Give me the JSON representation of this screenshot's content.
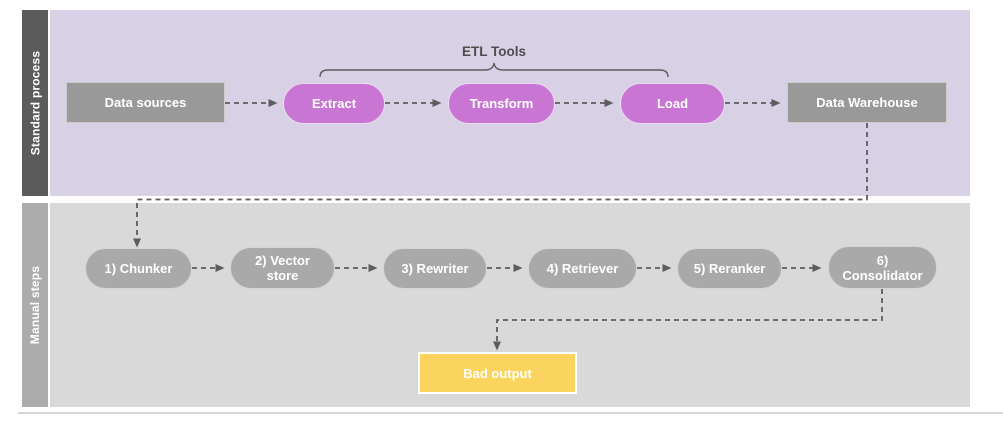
{
  "diagram": {
    "lanes": [
      {
        "title": "Standard process"
      },
      {
        "title": "Manual steps"
      }
    ],
    "brace_label": "ETL Tools",
    "standard_nodes": {
      "data_sources": "Data sources",
      "extract": "Extract",
      "transform": "Transform",
      "load": "Load",
      "data_warehouse": "Data Warehouse"
    },
    "manual_steps": [
      "1) Chunker",
      "2) Vector store",
      "3) Rewriter",
      "4) Retriever",
      "5) Reranker",
      "6) Consolidator"
    ],
    "bad_output": "Bad output",
    "colors": {
      "standard_lane_bg": "#d8d1e6",
      "standard_lane_bar": "#5b5b5b",
      "manual_lane_bg": "#d9d9d9",
      "manual_lane_bar": "#acacac",
      "etl_pill_fill": "#c875d4",
      "gray_box_fill": "#999999",
      "gray_pill_fill": "#a9a9a9",
      "bad_output_fill": "#fbd35f",
      "connector": "#5c5c5c",
      "brace_text": "#4d4d4d"
    }
  }
}
